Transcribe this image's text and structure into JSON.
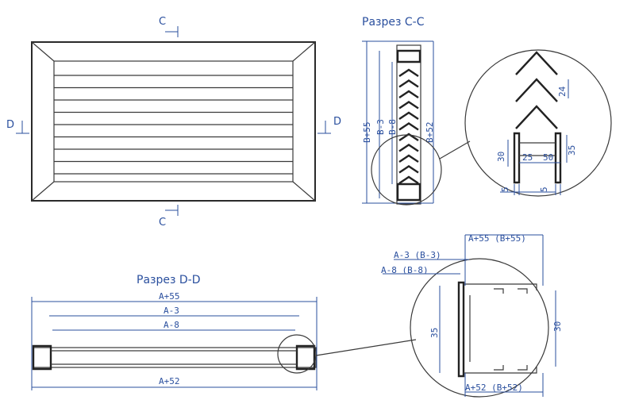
{
  "front_view": {
    "section_mark_c": "C",
    "section_mark_d": "D"
  },
  "section_cc": {
    "title": "Разрез С-С",
    "dim_b55": "B+55",
    "dim_b3": "B-3",
    "dim_b8": "B-8",
    "dim_b52": "B+52"
  },
  "detail_cc": {
    "dim_24": "24",
    "dim_30": "30",
    "dim_25": "25",
    "dim_50": "50",
    "dim_35": "35",
    "dim_5a": "5",
    "dim_5b": "5"
  },
  "section_dd": {
    "title": "Разрез D-D",
    "dim_a55": "A+55",
    "dim_a3": "A-3",
    "dim_a8": "A-8",
    "dim_a52": "A+52"
  },
  "detail_dd": {
    "dim_a55b55": "A+55 (B+55)",
    "dim_a3b3": "A-3 (B-3)",
    "dim_a8b8": "A-8 (B-8)",
    "dim_35": "35",
    "dim_30": "30",
    "dim_a52b52": "A+52 (B+52)"
  }
}
